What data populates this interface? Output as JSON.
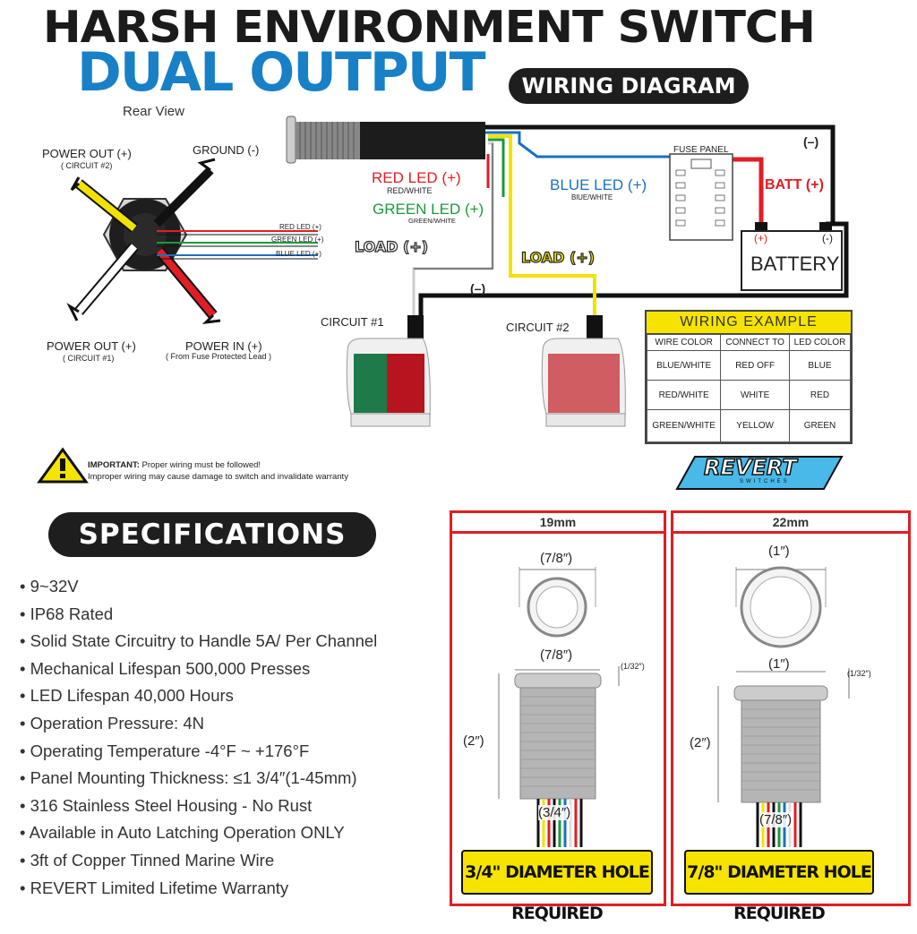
{
  "header": {
    "title": "HARSH ENVIRONMENT SWITCH",
    "subtitle": "DUAL OUTPUT",
    "wiring_diagram_label": "WIRING DIAGRAM"
  },
  "rear_view": {
    "caption": "Rear View",
    "power_out_2": "POWER OUT (+)",
    "power_out_2_sub": "( CIRCUIT #2)",
    "ground": "GROUND (-)",
    "power_out_1": "POWER OUT (+)",
    "power_out_1_sub": "( CIRCUIT #1)",
    "power_in": "POWER IN (+)",
    "power_in_sub": "( From Fuse Protected Lead )",
    "red_led": "RED LED (+)",
    "green_led": "GREEN LED (+)",
    "blue_led": "BLUE LED (+)"
  },
  "wiring": {
    "red_led": "RED LED (+)",
    "red_led_sub": "RED/WHITE",
    "green_led": "GREEN LED (+)",
    "green_led_sub": "GREEN/WHITE",
    "blue_led": "BLUE LED (+)",
    "blue_led_sub": "BlUE/WHITE",
    "fuse_panel": "FUSE PANEL",
    "batt_plus": "BATT (+)",
    "ground_minus_top": "(–)",
    "ground_minus_mid": "(–)",
    "battery": "BATTERY",
    "battery_plus": "(+)",
    "battery_minus": "(-)",
    "load_1": "LOAD (+)",
    "load_2": "LOAD (+)",
    "circuit_1": "CIRCUIT #1",
    "circuit_2": "CIRCUIT #2"
  },
  "wiring_example": {
    "title": "WIRING EXAMPLE",
    "headers": [
      "WIRE COLOR",
      "CONNECT TO",
      "LED COLOR"
    ],
    "rows": [
      [
        "BLUE/WHITE",
        "RED OFF",
        "BLUE"
      ],
      [
        "RED/WHITE",
        "WHITE",
        "RED"
      ],
      [
        "GREEN/WHITE",
        "YELLOW",
        "GREEN"
      ]
    ]
  },
  "warning": {
    "important": "IMPORTANT:",
    "line1": "Proper wiring must be followed!",
    "line2": "Improper wiring may cause damage to switch and invalidate warranty"
  },
  "brand": {
    "logo": "REVERT",
    "logo_sub": "SWITCHES"
  },
  "specifications": {
    "title": "SPECIFICATIONS",
    "items": [
      "9~32V",
      "IP68 Rated",
      "Solid State Circuitry to Handle 5A/ Per Channel",
      "Mechanical Lifespan 500,000 Presses",
      "LED Lifespan 40,000 Hours",
      "Operation Pressure: 4N",
      "Operating Temperature -4°F ~ +176°F",
      "Panel Mounting Thickness: ≤1 3/4″(1-45mm)",
      "316 Stainless Steel Housing - No Rust",
      "Available in Auto Latching Operation ONLY",
      "3ft of Copper Tinned Marine Wire",
      "REVERT Limited Lifetime Warranty"
    ]
  },
  "hole_19": {
    "size": "19mm",
    "face_dia": "(7/8″)",
    "bezel_dia": "(7/8″)",
    "bezel_thick": "(1/32″)",
    "length": "(2″)",
    "thread_dia": "(3/4″)",
    "requirement": "3/4\" DIAMETER HOLE REQUIRED"
  },
  "hole_22": {
    "size": "22mm",
    "face_dia": "(1″)",
    "bezel_dia": "(1″)",
    "bezel_thick": "(1/32″)",
    "length": "(2″)",
    "thread_dia": "(7/8″)",
    "requirement": "7/8\" DIAMETER HOLE REQUIRED"
  },
  "colors": {
    "brand_blue": "#1780c6",
    "warning_yellow": "#f6e400",
    "border_red": "#e01e24",
    "wire_red": "#e01e24",
    "wire_green": "#1a9a3a",
    "wire_blue": "#1b6fc2",
    "wire_yellow": "#f2e200"
  }
}
